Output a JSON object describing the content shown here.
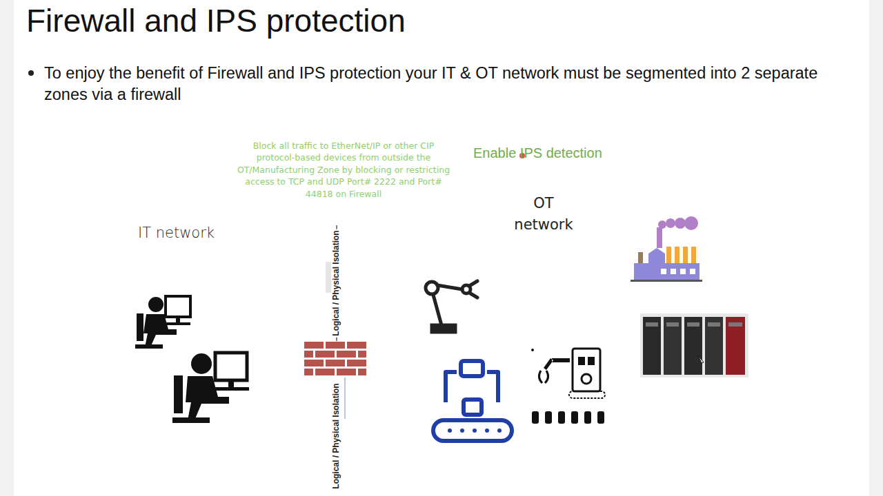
{
  "diagram": {
    "title": "Firewall and IPS protection",
    "labels": [
      "To enjoy the benefit of Firewall and IPS protection your IT & OT network must be segmented into 2 separate zones via a firewall",
      "Block all traffic to EtherNet/IP or other CIP protocol-based devices from outside the OT/Manufacturing Zone by blocking or restricting access to TCP and UDP Port# 2222 and Port# 44818 on Firewall",
      "Enable IPS detection",
      "IT network",
      "OT network",
      "Logical / Physical Isolation",
      "Logical / Physical Isolation"
    ]
  }
}
